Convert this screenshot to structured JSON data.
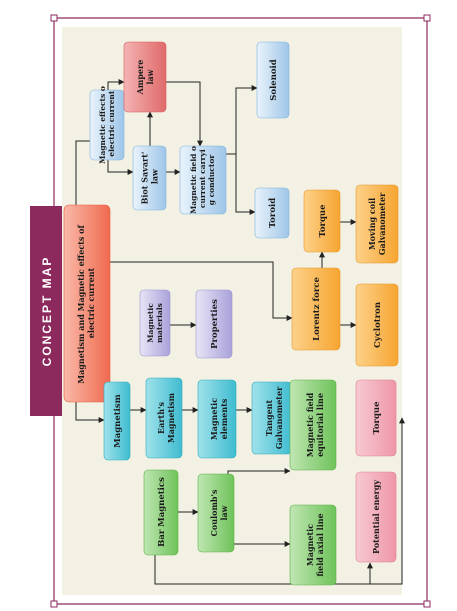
{
  "title": "CONCEPT MAP",
  "colors": {
    "frame": "#8c2a5e",
    "panel": "#f3f1e3",
    "banner": "#8c2a5e",
    "line": "#222222"
  },
  "nodes": {
    "main": "Magnetism and Magnetic effects of electric current",
    "mag_effects": "Magnetic effects of electric current",
    "ampere": "Ampere law",
    "biot": "Biot Savart's law",
    "mag_field_conductor": "Magnetic field of current carrying conductor",
    "solenoid": "Solenoid",
    "toroid": "Toroid",
    "torque_top": "Torque",
    "moving_coil": "Moving coil Galvanometer",
    "magnetic_materials": "Magnetic materials",
    "properties": "Properties",
    "lorentz": "Lorentz force",
    "cyclotron": "Cyclotron",
    "magnetism": "Magnetism",
    "earths_magnetism": "Earth's Magnetism",
    "magnetic_elements": "Magnetic elements",
    "tangent_galv": "Tangent Galvanometer",
    "bar_magnetics": "Bar Magnetics",
    "coulombs_law": "Coulomb's law",
    "field_equatorial": "Magnetic field equitorial line",
    "torque_bottom": "Torque",
    "field_axial": "Magnetic field axial line",
    "potential_energy": "Potential energy"
  }
}
